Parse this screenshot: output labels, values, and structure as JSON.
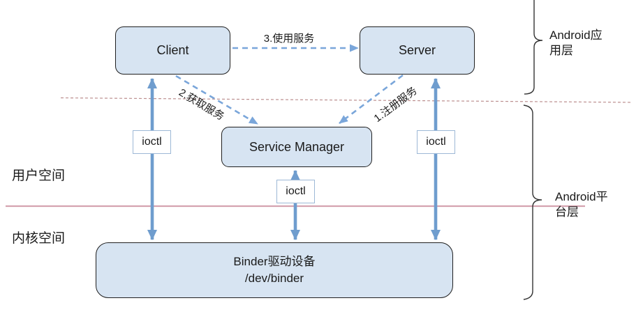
{
  "diagram": {
    "nodes": {
      "client": "Client",
      "server": "Server",
      "service_manager": "Service Manager",
      "binder_driver": "Binder驱动设备\n/dev/binder"
    },
    "edges": {
      "use_service": "3.使用服务",
      "get_service": "2.获取服务",
      "register_service": "1.注册服务"
    },
    "ioctl": {
      "left": "ioctl",
      "middle": "ioctl",
      "right": "ioctl"
    },
    "regions": {
      "user_space": "用户空间",
      "kernel_space": "内核空间",
      "app_layer": "Android应\n用层",
      "platform_layer": "Android平\n台层"
    },
    "colors": {
      "node_fill": "#d7e4f2",
      "node_border": "#1f1f1f",
      "solid_arrow_blue": "#6f9dce",
      "dashed_arrow_blue": "#7aa6da",
      "app_layer_divider_dashed": "#bc8f8f",
      "user_kernel_divider_solid": "#d5a3b0",
      "ioctl_border": "#9db8d6"
    }
  }
}
